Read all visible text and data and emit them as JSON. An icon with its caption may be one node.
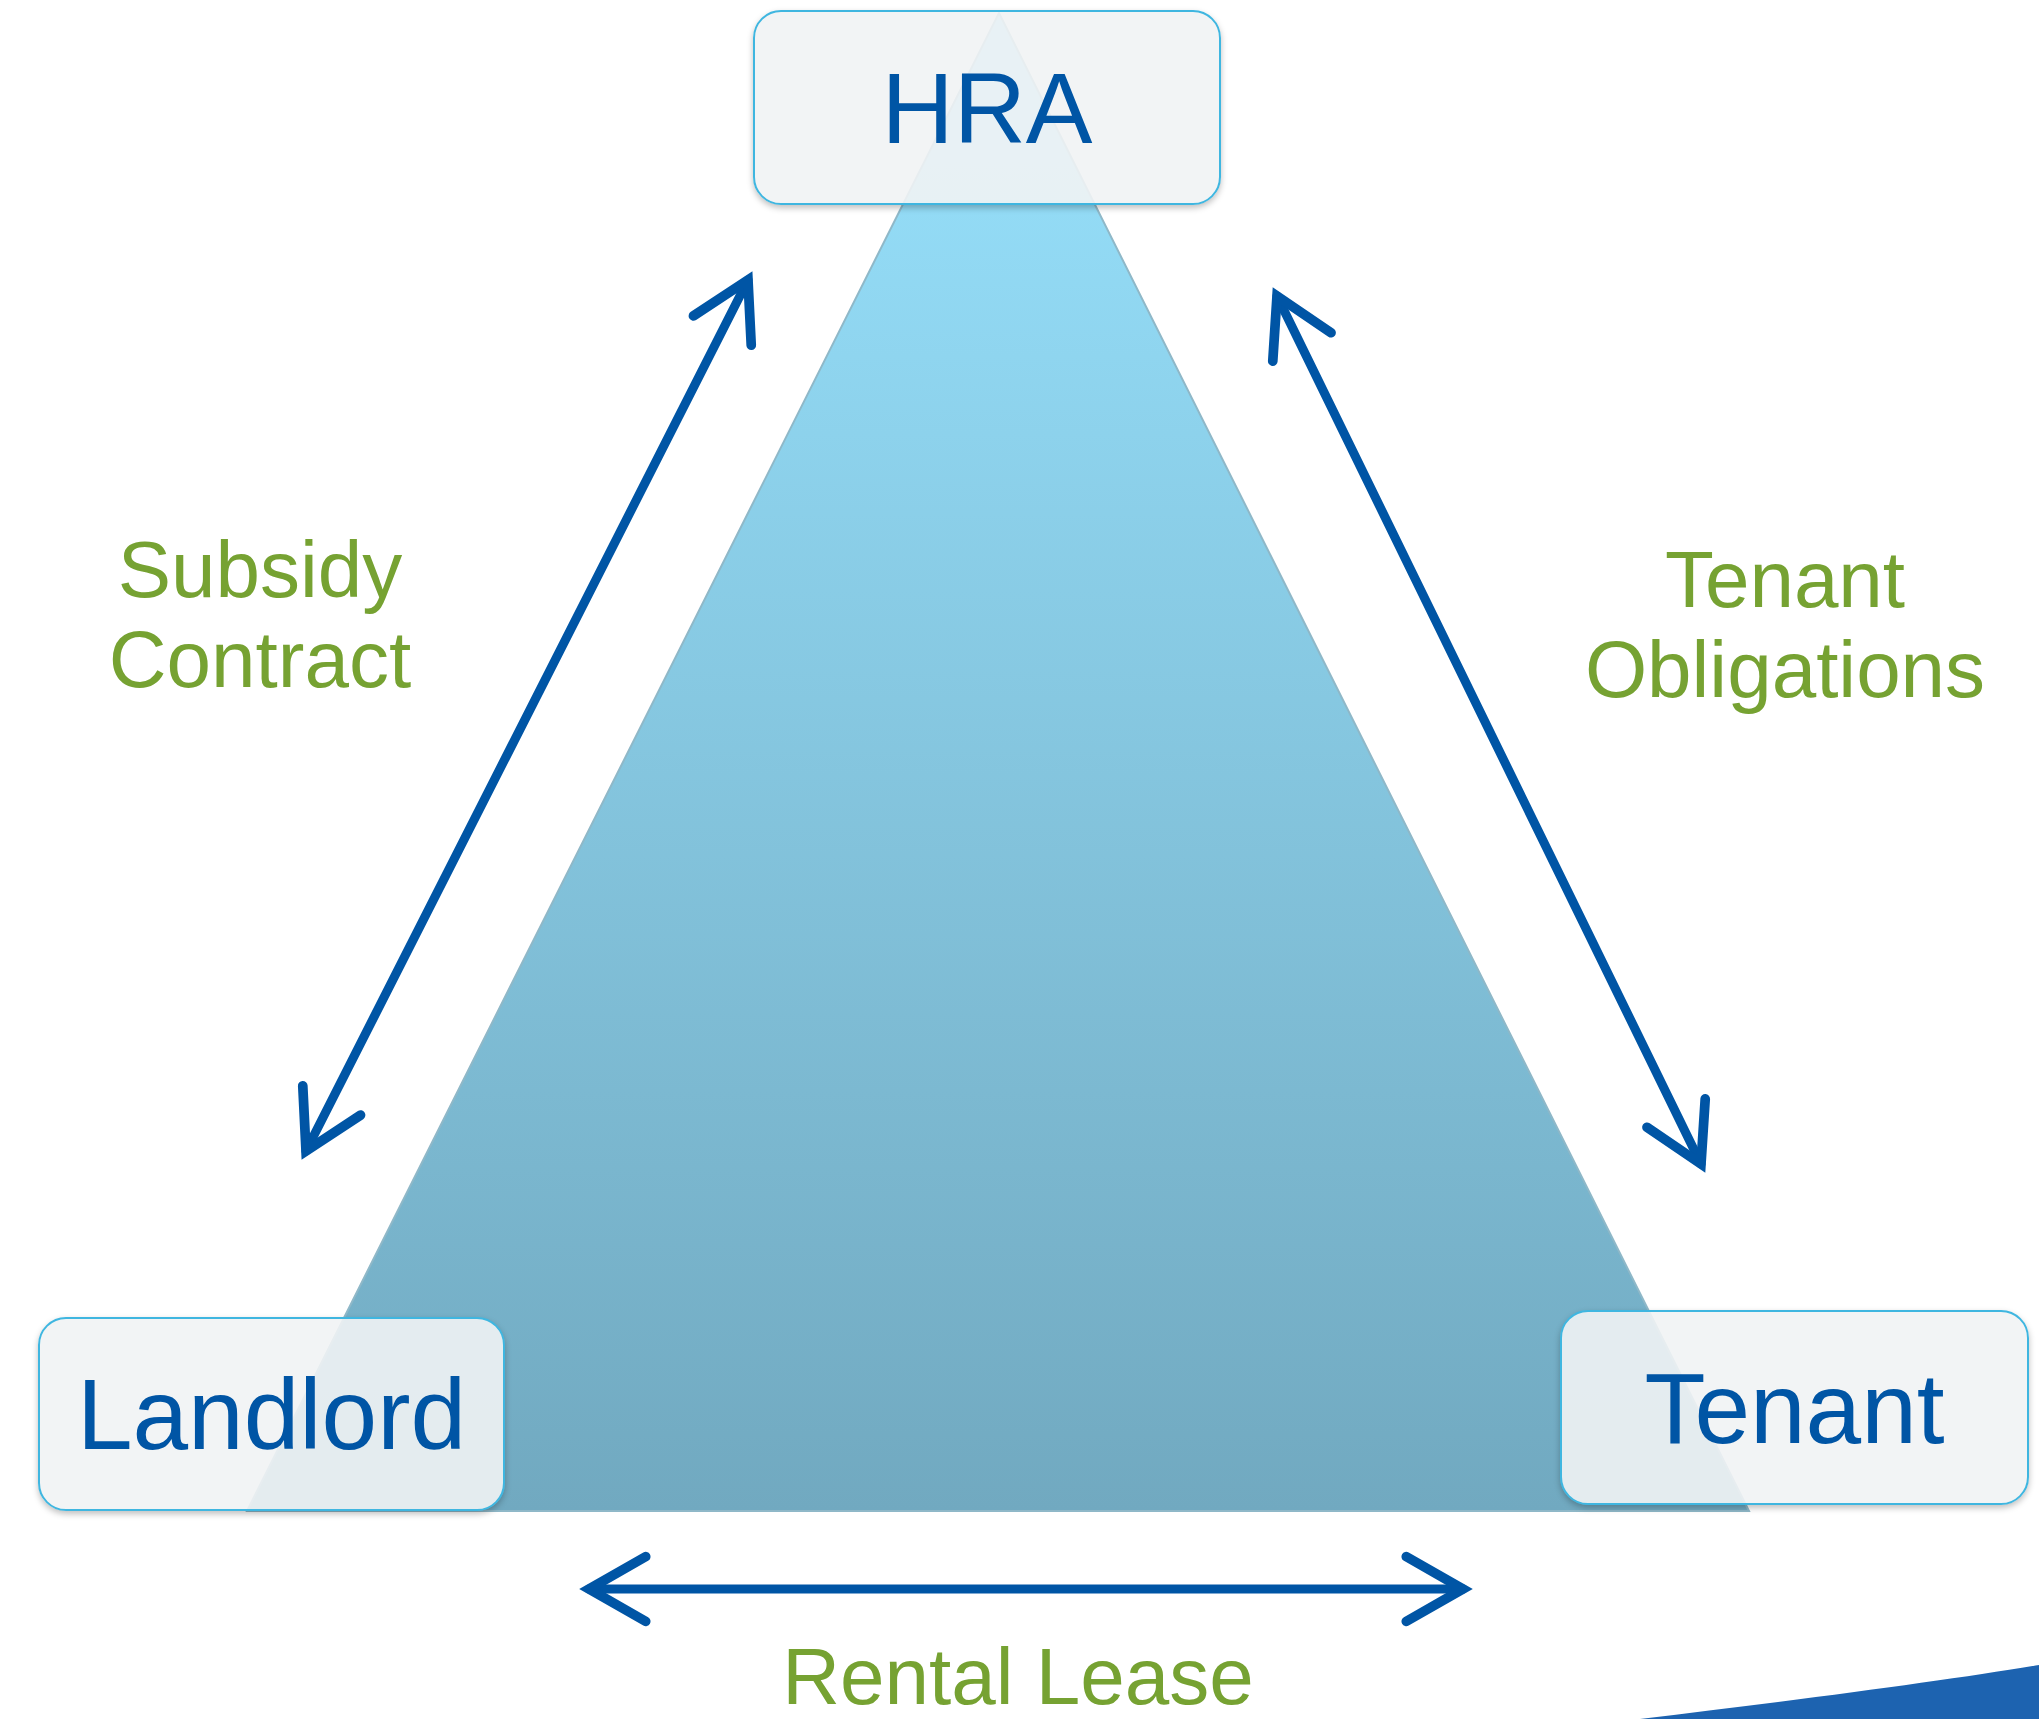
{
  "diagram": {
    "nodes": [
      {
        "text": [
          "HRA"
        ]
      },
      {
        "text": [
          "Landlord"
        ]
      },
      {
        "text": [
          "Tenant"
        ]
      }
    ],
    "edges": [
      {
        "from": 0,
        "to": 1,
        "arrow": "both",
        "label": "Subsidy Contract"
      },
      {
        "from": 0,
        "to": 2,
        "arrow": "both",
        "label": "Tenant Obligations"
      },
      {
        "from": 1,
        "to": 2,
        "arrow": "both",
        "label": "Rental Lease"
      }
    ]
  }
}
